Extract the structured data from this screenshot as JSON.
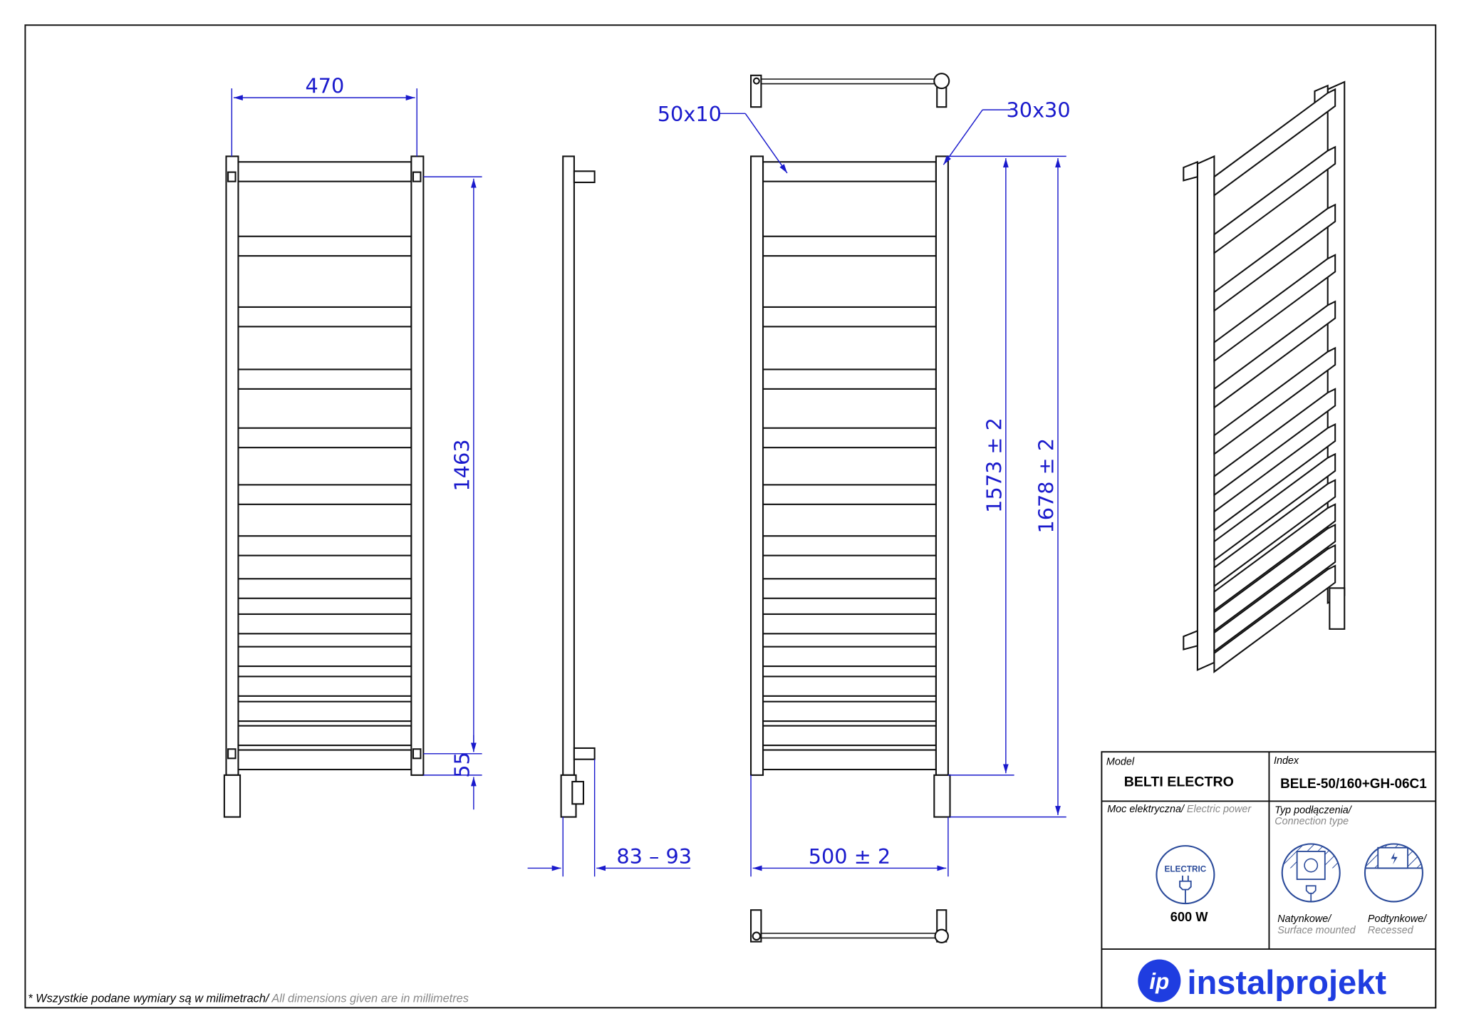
{
  "dimensions": {
    "width_470": "470",
    "height_1463": "1463",
    "offset_55": "55",
    "depth": "83 – 93",
    "width_500": "500  ± 2",
    "bar_profile": "50x10",
    "post_profile": "30x30",
    "height_1573": "1573  ± 2",
    "height_1678": "1678  ± 2"
  },
  "title_block": {
    "model_label": "Model",
    "model_value": "BELTI ELECTRO",
    "index_label": "Index",
    "index_value": "BELE-50/160+GH-06C1",
    "power_label_pl": "Moc elektryczna/",
    "power_label_en": " Electric power",
    "power_icon_text": "ELECTRIC",
    "power_value": "600 W",
    "connection_label_pl": "Typ podłączenia/",
    "connection_label_en": "Connection type",
    "surface_pl": "Natynkowe/",
    "surface_en": "Surface mounted",
    "recessed_pl": "Podtynkowe/",
    "recessed_en": "Recessed",
    "logo_text": "instalprojekt"
  },
  "footer": {
    "note_pl": "* Wszystkie podane wymiary są w milimetrach/",
    "note_en": " All dimensions given are in millimetres"
  },
  "colors": {
    "dimension": "#1a1acc",
    "brand": "#1f3de0"
  }
}
